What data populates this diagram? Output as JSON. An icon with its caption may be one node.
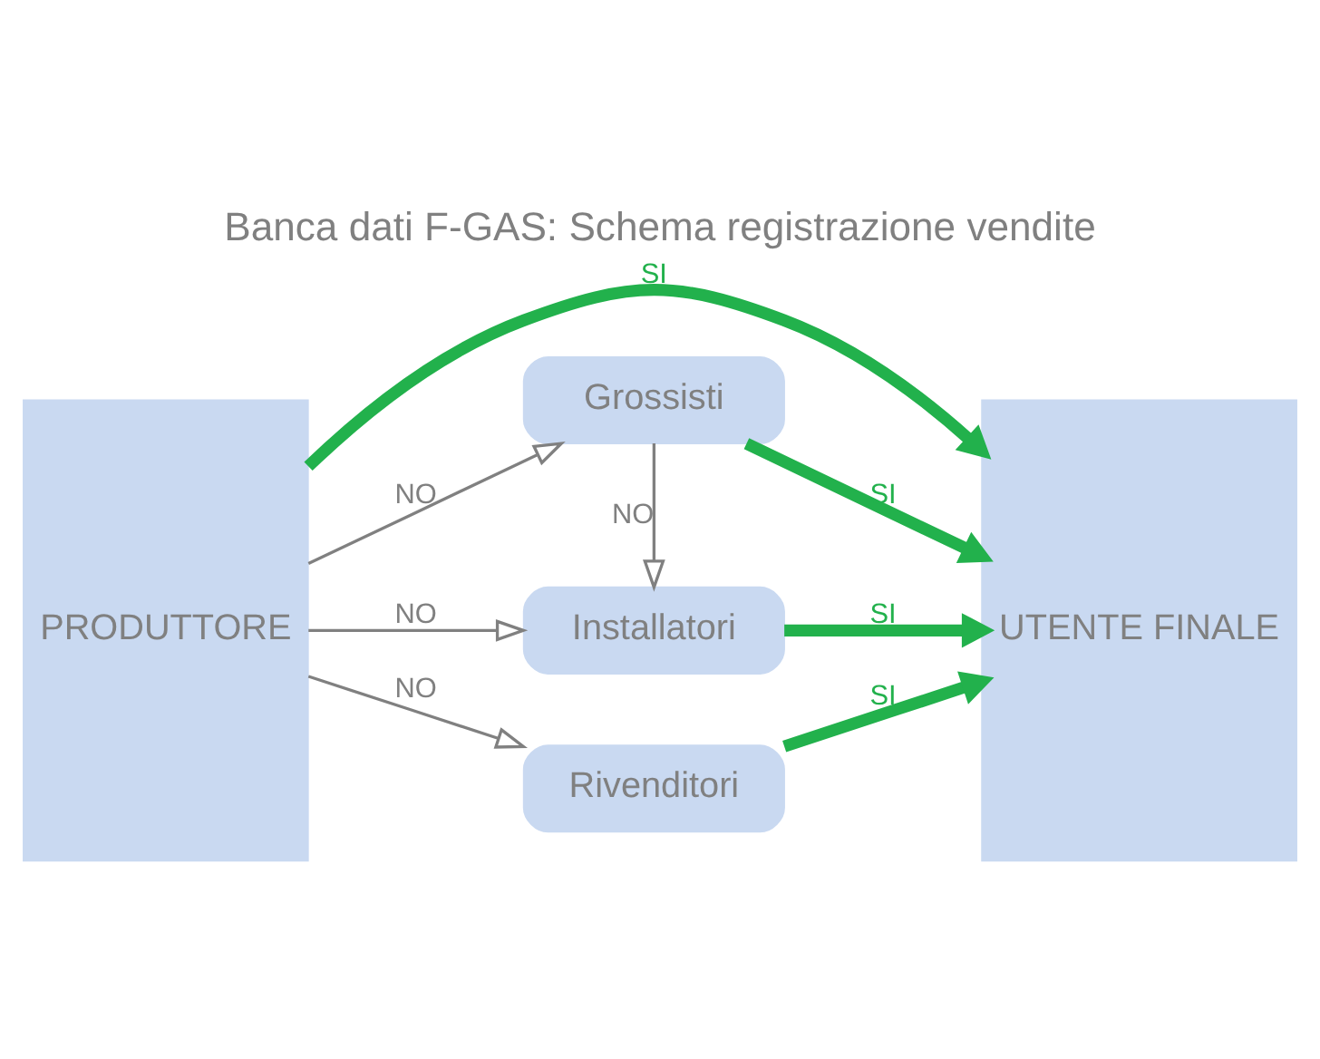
{
  "diagram": {
    "title": "Banca dati F-GAS: Schema registrazione vendite",
    "nodes": [
      {
        "text": [
          "PRODUTTORE"
        ]
      },
      {
        "text": [
          "UTENTE FINALE"
        ]
      },
      {
        "text": [
          "Grossisti"
        ]
      },
      {
        "text": [
          "Installatori"
        ]
      },
      {
        "text": [
          "Rivenditori"
        ]
      }
    ],
    "edges": [
      {
        "from": 0,
        "to": 1,
        "arrow": "to",
        "label": "SI",
        "style": "thick",
        "color": "#22b14c"
      },
      {
        "from": 0,
        "to": 2,
        "arrow": "to",
        "label": "NO",
        "color": "#808080"
      },
      {
        "from": 2,
        "to": 1,
        "arrow": "to",
        "label": "SI",
        "style": "thick",
        "color": "#22b14c"
      },
      {
        "from": 2,
        "to": 3,
        "arrow": "to",
        "label": "NO",
        "color": "#808080"
      },
      {
        "from": 0,
        "to": 3,
        "arrow": "to",
        "label": "NO",
        "color": "#808080"
      },
      {
        "from": 3,
        "to": 1,
        "arrow": "to",
        "label": "SI",
        "style": "thick",
        "color": "#22b14c"
      },
      {
        "from": 0,
        "to": 4,
        "arrow": "to",
        "label": "NO",
        "color": "#808080"
      },
      {
        "from": 4,
        "to": 1,
        "arrow": "to",
        "label": "SI",
        "style": "thick",
        "color": "#22b14c"
      }
    ]
  }
}
